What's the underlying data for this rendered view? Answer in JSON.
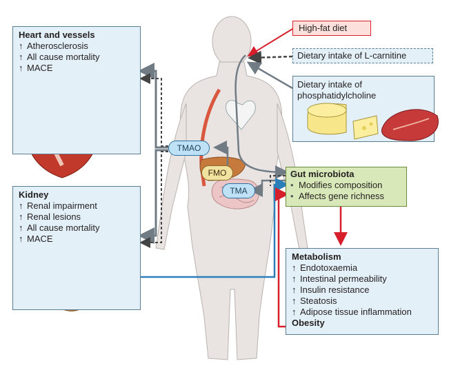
{
  "heart_box": {
    "title": "Heart and vessels",
    "items": [
      "Atherosclerosis",
      "All cause mortality",
      "MACE"
    ]
  },
  "kidney_box": {
    "title": "Kidney",
    "items": [
      "Renal impairment",
      "Renal lesions",
      "All cause mortality",
      "MACE"
    ]
  },
  "high_fat": "High-fat diet",
  "carnitine": "Dietary intake of L-carnitine",
  "phosphatidylcholine": [
    "Dietary intake of",
    "phosphatidylcholine"
  ],
  "gut_box": {
    "title": "Gut microbiota",
    "items": [
      "Modifies composition",
      "Affects gene richness"
    ]
  },
  "metabolism_box": {
    "title": "Metabolism",
    "items": [
      "Endotoxaemia",
      "Intestinal permeability",
      "Insulin resistance",
      "Steatosis",
      "Adipose tissue inflammation"
    ],
    "footer": "Obesity"
  },
  "labels": {
    "tmao": "TMAO",
    "fmo": "FMO",
    "tma": "TMA"
  },
  "symbols": {
    "up_arrow": "↑",
    "bullet": "•"
  },
  "colors": {
    "box_fill": "#e3f0f8",
    "gut_fill": "#d9e8b8",
    "red": "#d71f2b",
    "blue": "#2a7fb8",
    "gray": "#707b84",
    "skin": "#e8e3e0"
  }
}
